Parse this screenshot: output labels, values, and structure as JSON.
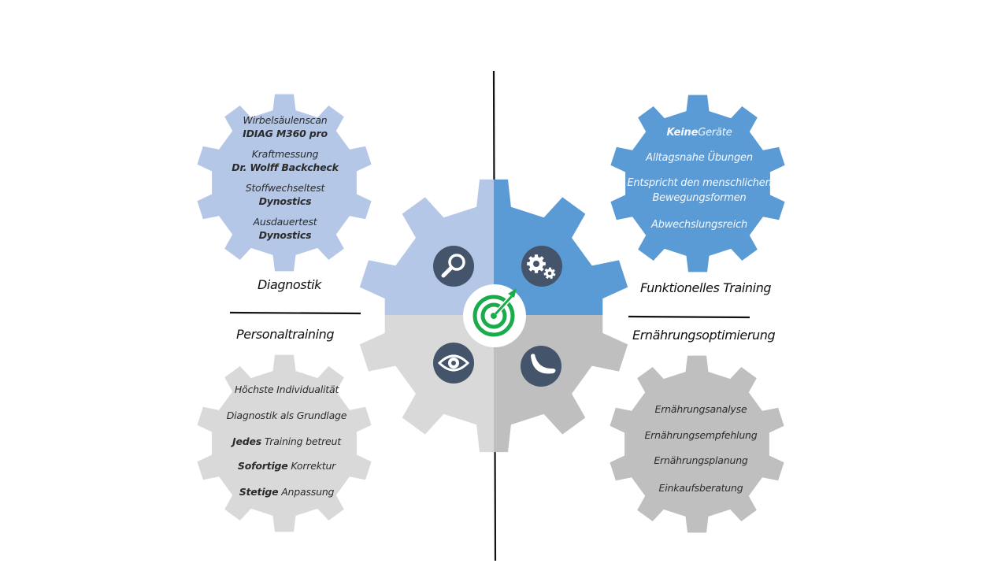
{
  "colors": {
    "blue_light": "#b4c7e7",
    "blue": "#5b9bd5",
    "gray_light": "#d9d9d9",
    "gray": "#bfbfbf",
    "icon_bg": "#44546a",
    "target_green": "#1aab4b"
  },
  "quadrants": {
    "diagnostik": {
      "title": "Diagnostik",
      "icon": "magnifier-icon",
      "items": [
        {
          "line1": "Wirbelsäulenscan",
          "line2": "IDIAG M360 pro"
        },
        {
          "line1": "Kraftmessung",
          "line2": "Dr. Wolff Backcheck"
        },
        {
          "line1": "Stoffwechseltest",
          "line2": "Dynostics"
        },
        {
          "line1": "Ausdauertest",
          "line2": "Dynostics"
        }
      ]
    },
    "training": {
      "title": "Funktionelles Training",
      "icon": "gears-icon",
      "items": [
        {
          "bold": "Keine",
          "text": "Geräte"
        },
        {
          "bold": "",
          "text": "Alltagsnahe Übungen"
        },
        {
          "bold": "",
          "text": "Entspricht den menschlichen"
        },
        {
          "bold": "",
          "text": "Bewegungsformen"
        },
        {
          "bold": "",
          "text": "Abwechslungsreich"
        }
      ]
    },
    "personal": {
      "title": "Personaltraining",
      "icon": "eye-icon",
      "items": [
        {
          "bold": "",
          "text": "Höchste Individualität"
        },
        {
          "bold": "",
          "text": "Diagnostik als Grundlage"
        },
        {
          "bold": "Jedes",
          "text": " Training betreut"
        },
        {
          "bold": "Sofortige",
          "text": " Korrektur"
        },
        {
          "bold": "Stetige",
          "text": " Anpassung"
        }
      ]
    },
    "nutrition": {
      "title": "Ernährungsoptimierung",
      "icon": "banana-icon",
      "items": [
        {
          "text": "Ernährungsanalyse"
        },
        {
          "text": "Ernährungsempfehlung"
        },
        {
          "text": "Ernährungsplanung"
        },
        {
          "text": "Einkaufsberatung"
        }
      ]
    }
  },
  "center_icon": "target-icon"
}
